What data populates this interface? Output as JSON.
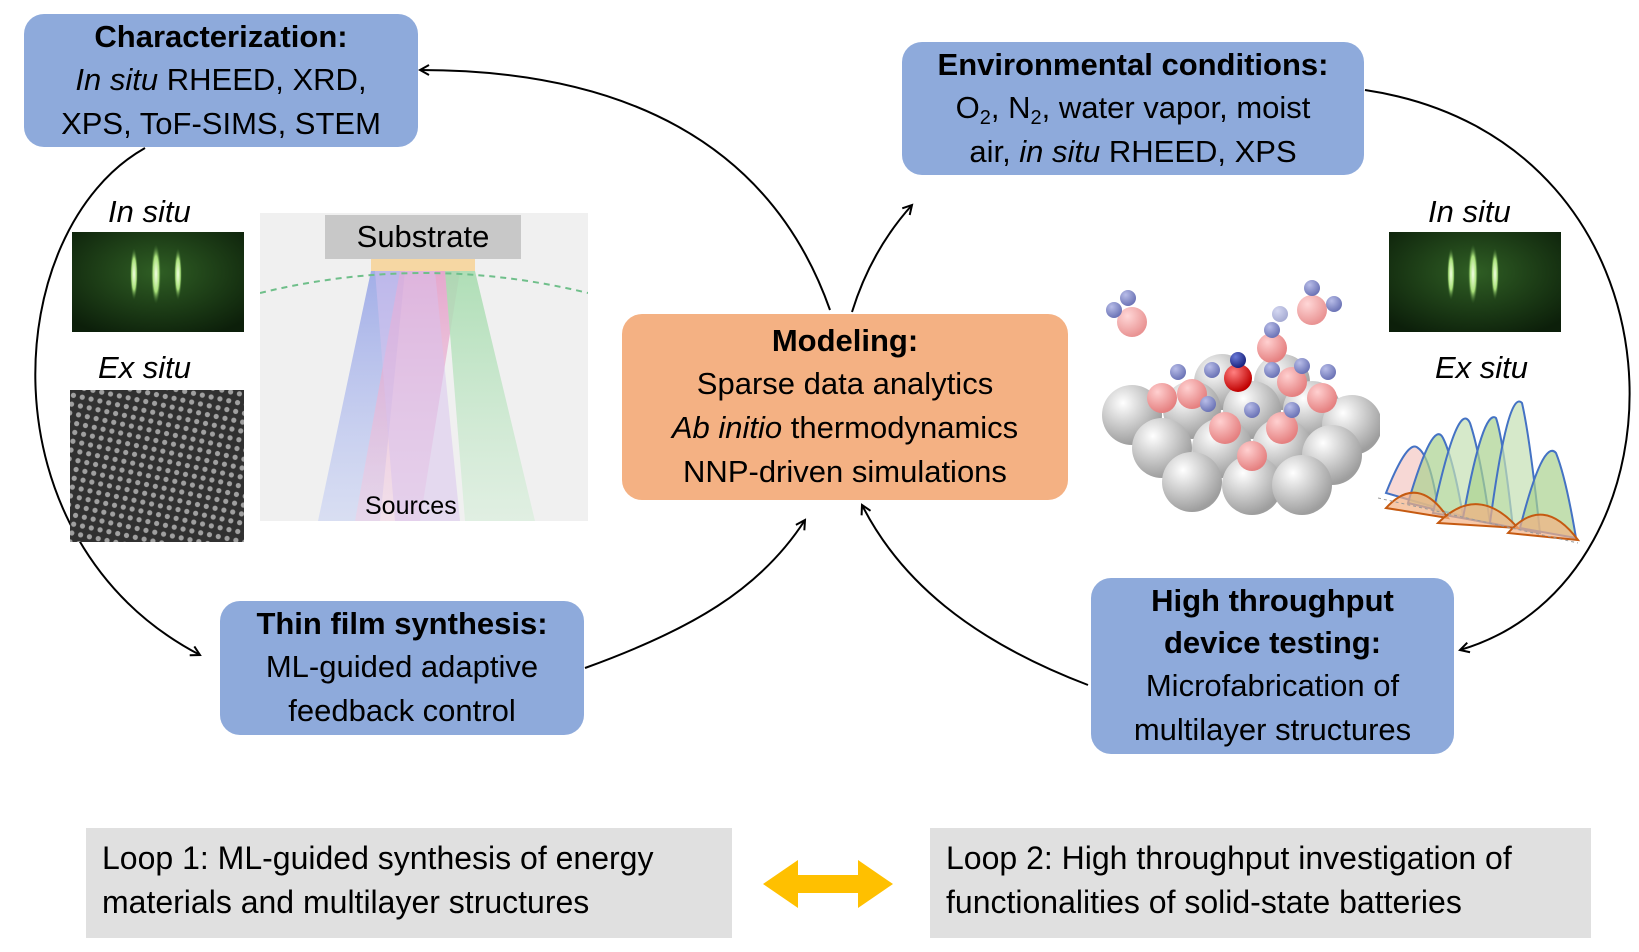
{
  "characterization": {
    "title": "Characterization:",
    "line1_italic": "In situ",
    "line1_rest": " RHEED, XRD,",
    "line2": "XPS, ToF-SIMS, STEM"
  },
  "environmental": {
    "title": "Environmental conditions:",
    "line1_o": "O",
    "line1_o_sub": "2",
    "line1_n": ", N",
    "line1_n_sub": "2",
    "line1_rest": ", water vapor, moist",
    "line2_a": "air, ",
    "line2_italic": "in situ",
    "line2_b": " RHEED, XPS"
  },
  "modeling": {
    "title": "Modeling:",
    "line1": "Sparse data analytics",
    "line2_italic": "Ab initio",
    "line2_rest": " thermodynamics",
    "line3": "NNP-driven simulations"
  },
  "synthesis": {
    "title": "Thin film synthesis:",
    "line1": "ML-guided adaptive",
    "line2": "feedback control"
  },
  "testing": {
    "title1": "High throughput",
    "title2": "device testing:",
    "line1": "Microfabrication of",
    "line2": "multilayer structures"
  },
  "labels": {
    "in_situ_left": "In situ",
    "ex_situ_left": "Ex situ",
    "in_situ_right": "In situ",
    "ex_situ_right": "Ex situ",
    "substrate": "Substrate",
    "sources": "Sources"
  },
  "loops": {
    "loop1_line1": "Loop 1: ML-guided synthesis of energy",
    "loop1_line2": "materials and multilayer structures",
    "loop2_line1": "Loop 2: High throughput investigation of",
    "loop2_line2": "functionalities of solid-state batteries"
  },
  "colors": {
    "box_blue": "#8eaadb",
    "box_orange": "#f4b183",
    "loop_grey": "#e0e0e0",
    "double_arrow": "#ffc000"
  }
}
